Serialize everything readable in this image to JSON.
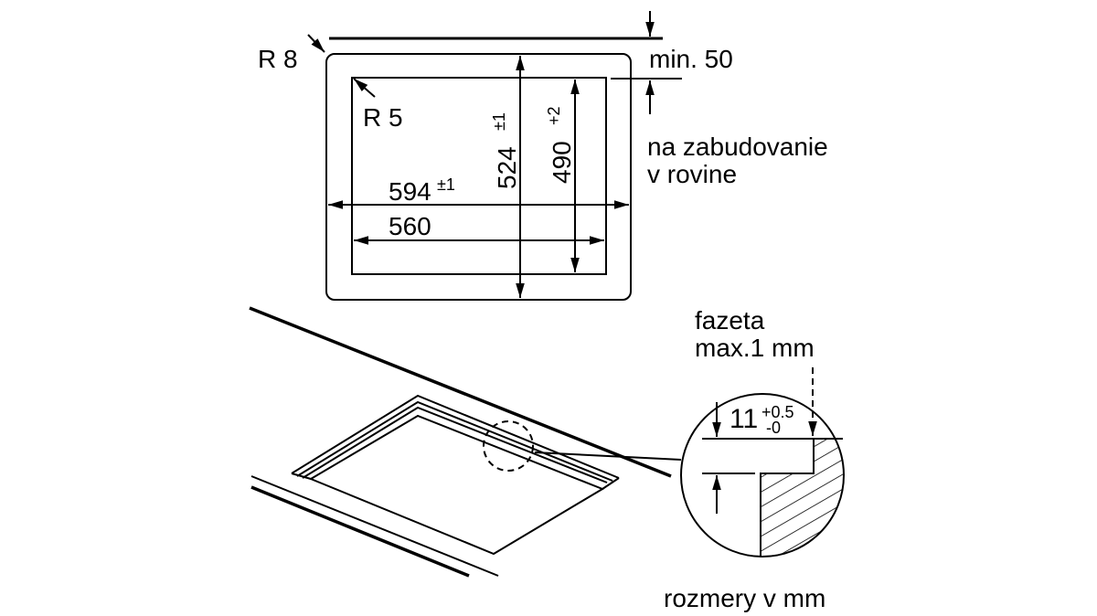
{
  "labels": {
    "r8": "R 8",
    "r5": "R 5",
    "min50": "min. 50",
    "flush1": "na zabudovanie",
    "flush2": "v rovine",
    "w594": "594",
    "w594_tol": "±1",
    "w560": "560",
    "h524": "524",
    "h524_tol": "±1",
    "h490": "490",
    "h490_tol": "+2",
    "bevel1": "fazeta",
    "bevel2": "max.1 mm",
    "depth": "11",
    "depth_tol_up": "+0.5",
    "depth_tol_down": "-0",
    "units": "rozmery v mm"
  }
}
